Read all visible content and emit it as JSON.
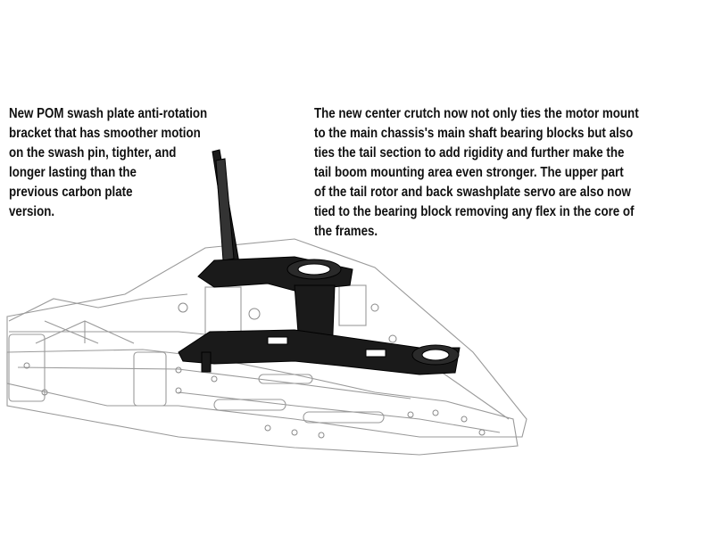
{
  "captions": {
    "left": {
      "lines": [
        "New POM swash plate anti-rotation",
        "bracket that has smoother motion",
        "on the swash pin, tighter, and",
        "longer lasting than the",
        "previous carbon plate",
        "version."
      ]
    },
    "right": {
      "lines": [
        "The new center crutch now not only ties the motor mount",
        "to the main chassis's main shaft bearing blocks but also",
        "ties the tail section to add rigidity and further make the",
        "tail boom mounting area even stronger. The upper part",
        "of the tail rotor and back swashplate servo are also now",
        "tied to the bearing block removing any flex in the core of",
        "the frames."
      ]
    }
  },
  "colors": {
    "text": "#111111",
    "frame_outline": "#9a9a9a",
    "part_fill": "#1a1a1a",
    "background": "#ffffff"
  }
}
